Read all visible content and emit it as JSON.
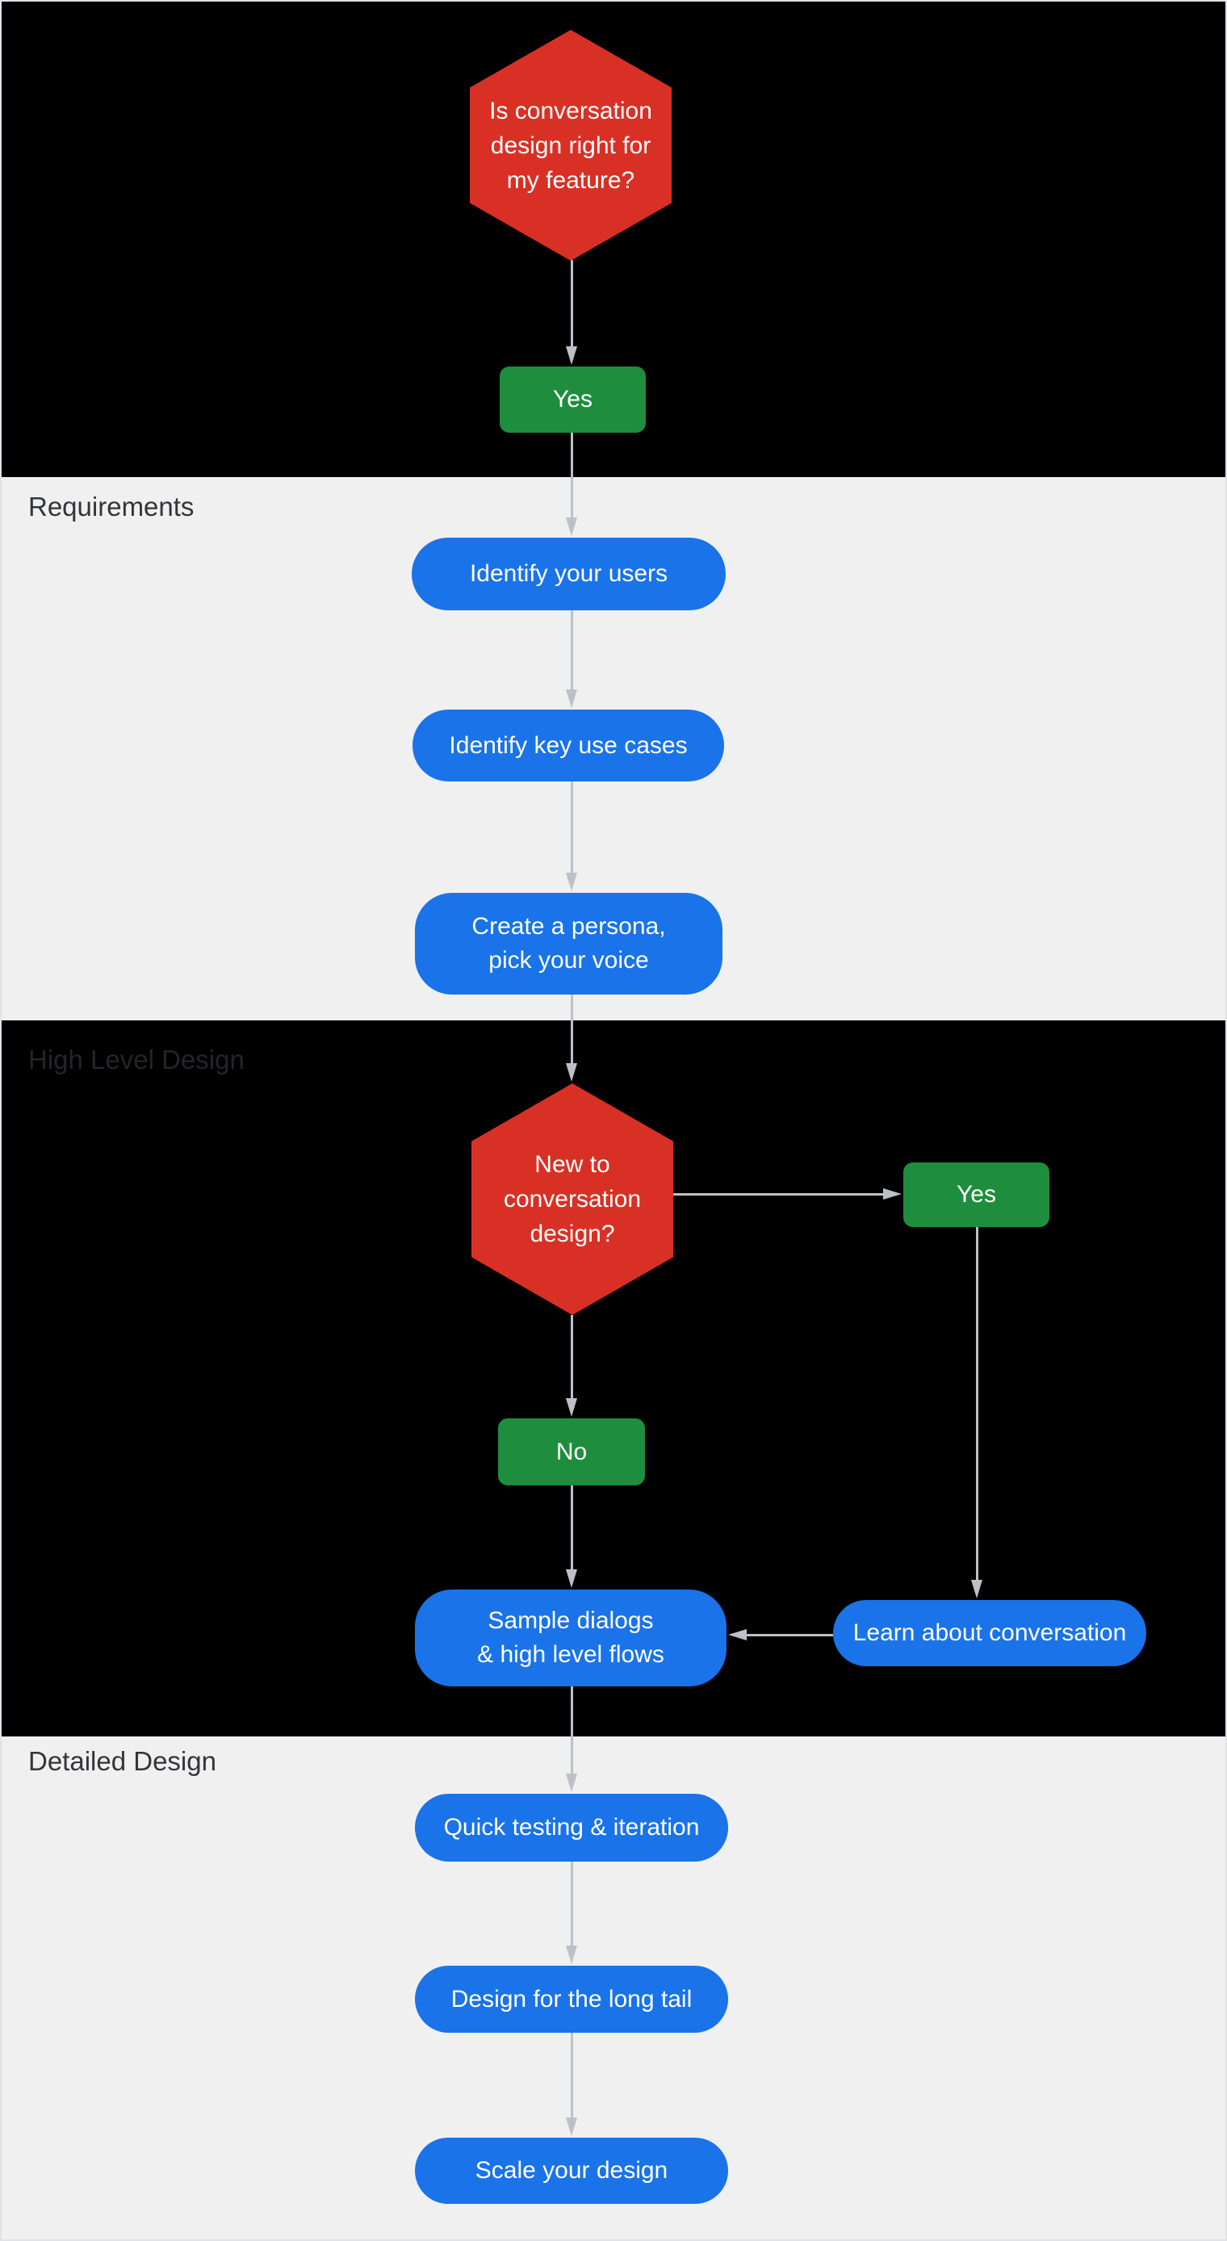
{
  "sections": [
    {
      "label": "Requirements"
    },
    {
      "label": "High Level Design"
    },
    {
      "label": "Detailed Design"
    }
  ],
  "nodes": {
    "decision_fit": {
      "label": "Is conversation\ndesign right for\nmy feature?"
    },
    "yes_fit": {
      "label": "Yes"
    },
    "identify_users": {
      "label": "Identify your users"
    },
    "identify_use_cases": {
      "label": "Identify key use cases"
    },
    "create_persona": {
      "label": "Create a persona,\npick your voice"
    },
    "decision_new": {
      "label": "New to\nconversation\ndesign?"
    },
    "yes_new": {
      "label": "Yes"
    },
    "no_new": {
      "label": "No"
    },
    "sample_dialogs": {
      "label": "Sample dialogs\n& high level flows"
    },
    "learn_conversation": {
      "label": "Learn about conversation"
    },
    "quick_testing": {
      "label": "Quick testing & iteration"
    },
    "long_tail": {
      "label": "Design for the long tail"
    },
    "scale_design": {
      "label": "Scale your design"
    }
  },
  "colors": {
    "decision_red": "#D93025",
    "answer_green": "#1E8E3E",
    "step_blue": "#1A73E8",
    "arrow_gray": "#BDC1C6",
    "section_dark": "#000000",
    "section_light": "#F0F0F1",
    "label_on_light": "#333538",
    "label_on_dark": "#232528",
    "frame_border": "#E0E2E6",
    "node_text": "#FFFFFF"
  }
}
